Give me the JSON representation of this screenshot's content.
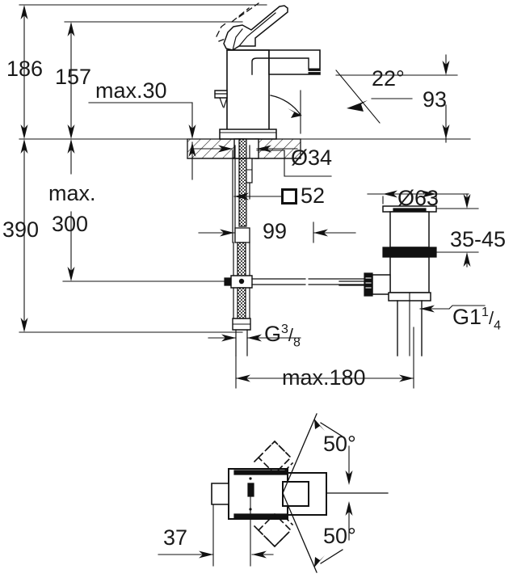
{
  "drawing": {
    "title": "Single-lever basin mixer dimensional drawing",
    "views": [
      {
        "name": "elevation-view",
        "description": "Front elevation of square single-lever basin mixer with pop-up waste"
      },
      {
        "name": "plan-view",
        "description": "Top plan view showing lever swivel range"
      }
    ],
    "line_color": "#111111",
    "background": "#ffffff"
  },
  "dimensions": {
    "height_total": "186",
    "height_spout": "157",
    "deck_thickness_max": "max.30",
    "hose_max_label": "max.",
    "hose_max_value": "300",
    "overall_length": "390",
    "hole_diameter": "Ø34",
    "body_square": "52",
    "square_symbol": "□",
    "projection": "99",
    "spout_angle": "22°",
    "spout_height": "93",
    "waste_flange_diameter": "Ø63",
    "waste_thickness": "35-45",
    "waste_thread": "G1",
    "waste_thread_num": "1",
    "waste_thread_den": "4",
    "supply_thread": "G",
    "supply_thread_num": "3",
    "supply_thread_den": "8",
    "supply_reach": "max.180",
    "plan_offset": "37",
    "swivel_angle_upper": "50°",
    "swivel_angle_lower": "50°"
  },
  "labels": {
    "d186": "186",
    "d157": "157",
    "dmax30": "max.30",
    "dmax": "max.",
    "d300": "300",
    "d390": "390",
    "d34": "Ø34",
    "d52": "52",
    "d99": "99",
    "a22": "22°",
    "d93": "93",
    "d63": "Ø63",
    "d3545": "35-45",
    "g114_main": "G1",
    "g114_num": "1",
    "g114_den": "4",
    "g38_main": "G",
    "g38_num": "3",
    "g38_den": "8",
    "dmax180": "max.180",
    "d37": "37",
    "a50_top": "50°",
    "a50_bot": "50°"
  }
}
